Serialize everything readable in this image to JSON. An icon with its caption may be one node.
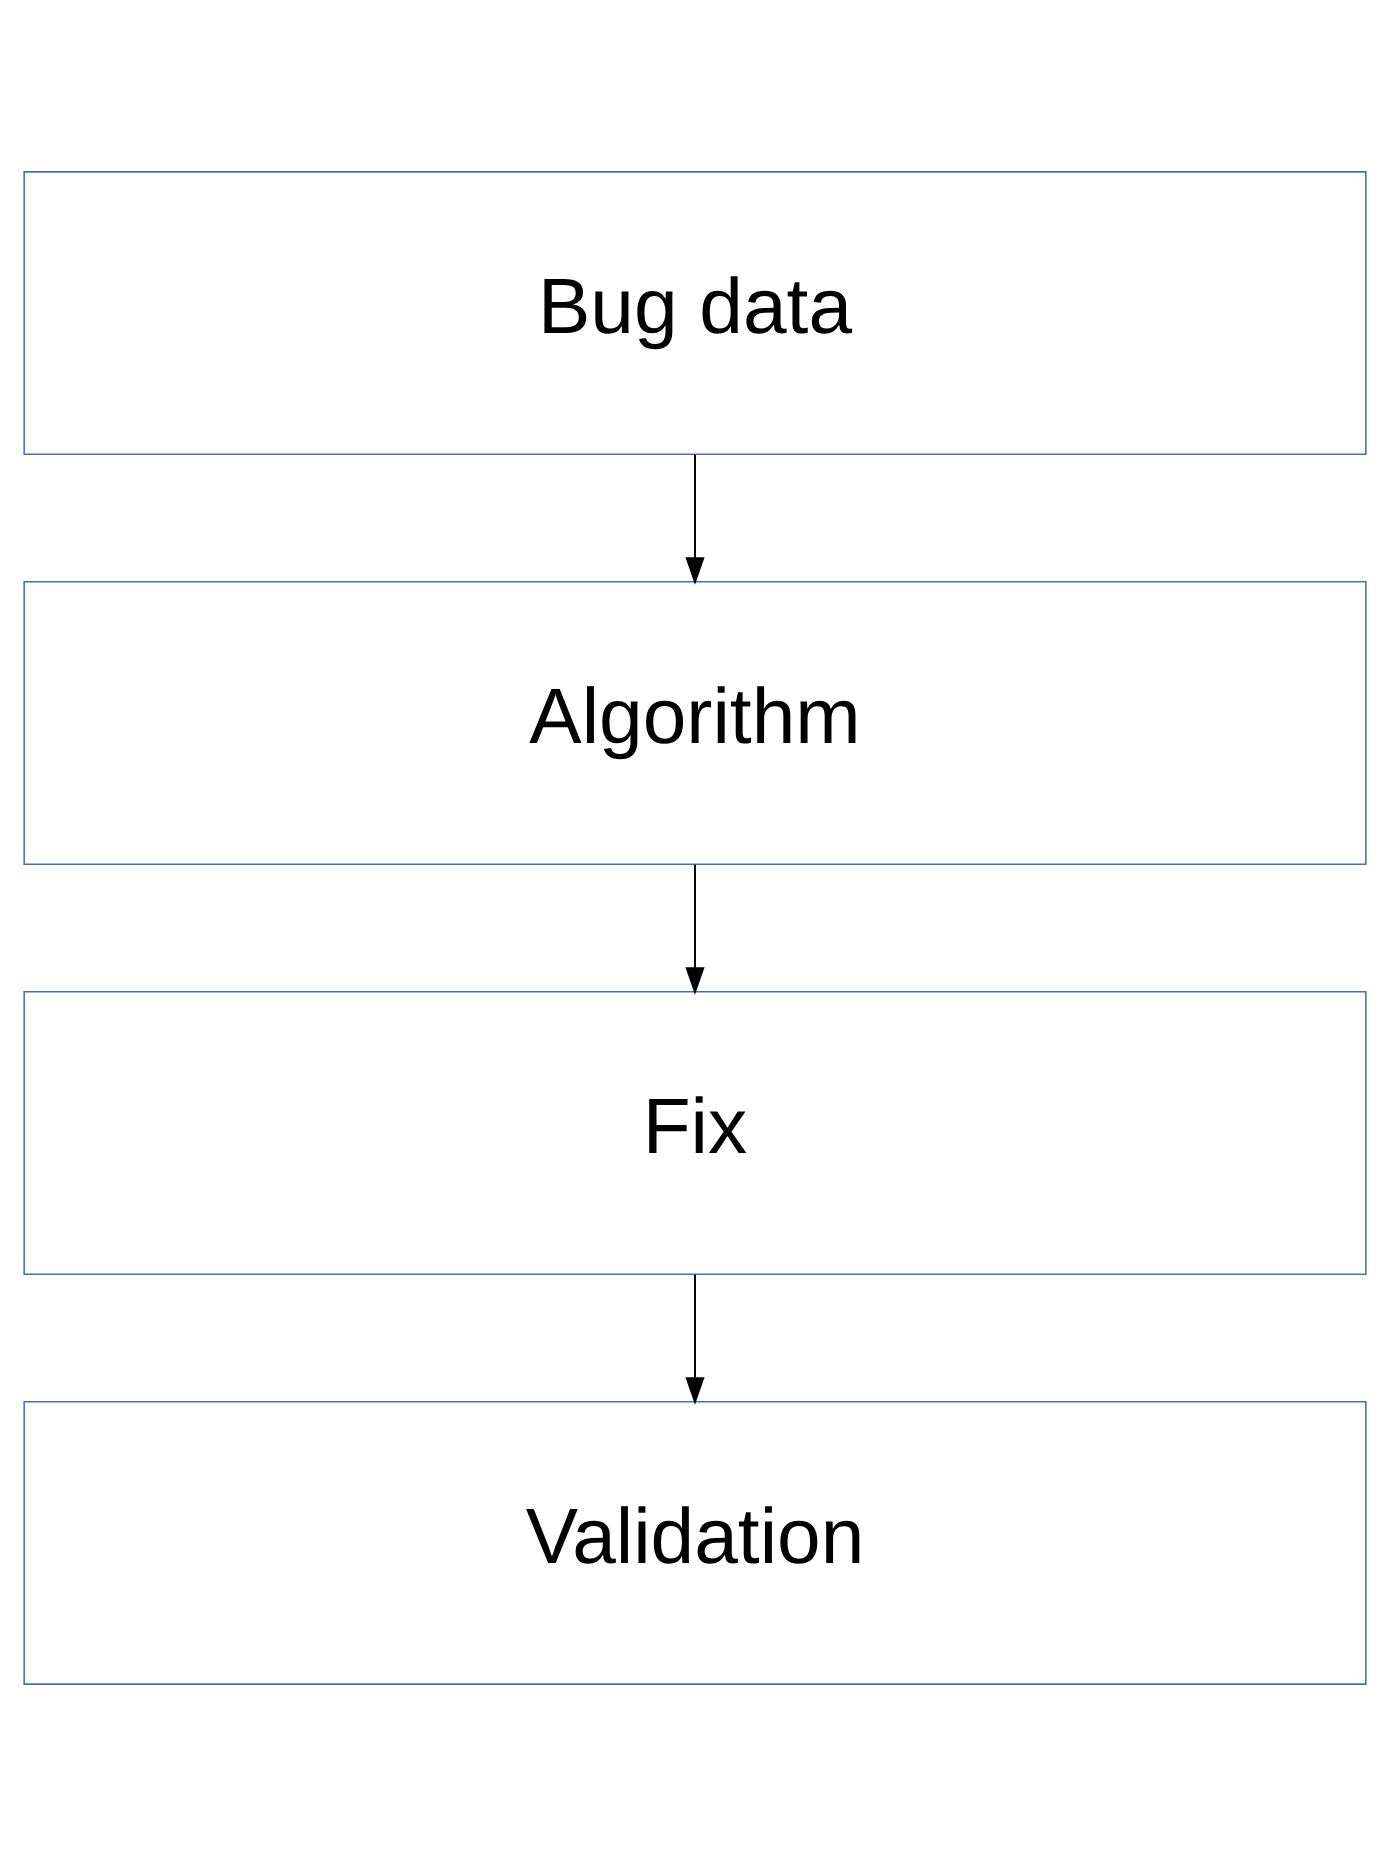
{
  "diagram": {
    "nodes": [
      {
        "text": [
          "Bug data"
        ]
      },
      {
        "text": [
          "Algorithm"
        ]
      },
      {
        "text": [
          "Fix"
        ]
      },
      {
        "text": [
          "Validation"
        ]
      }
    ],
    "edges": [
      {
        "from": 0,
        "to": 1,
        "arrow": "to"
      },
      {
        "from": 1,
        "to": 2,
        "arrow": "to"
      },
      {
        "from": 2,
        "to": 3,
        "arrow": "to"
      }
    ]
  }
}
